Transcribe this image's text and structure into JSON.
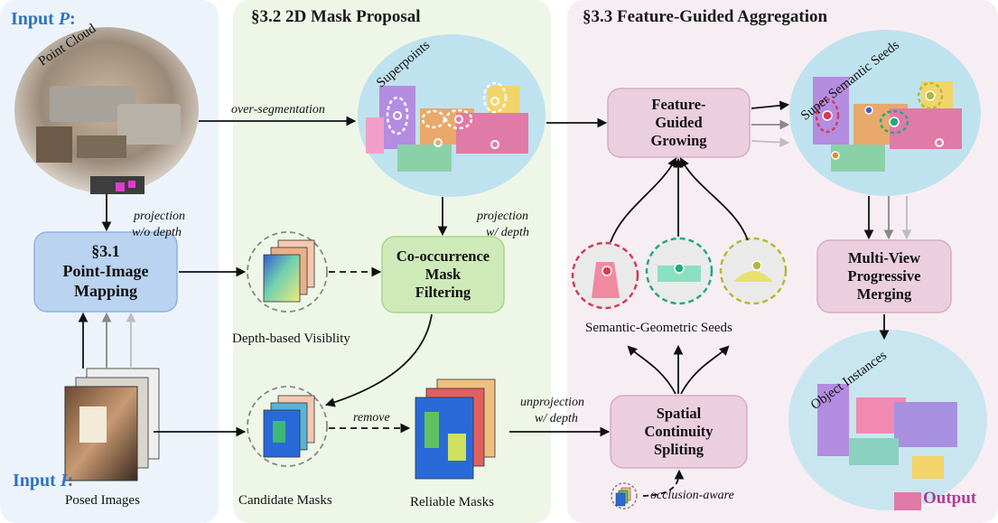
{
  "panels": {
    "input_p_prefix": "Input ",
    "input_p_var": "P",
    "input_p_suffix": ":",
    "input_i_prefix": "Input ",
    "input_i_var": "I",
    "input_i_suffix": ":",
    "section_32": "§3.2 2D Mask Proposal",
    "section_33": "§3.3 Feature-Guided Aggregation",
    "output": "Output"
  },
  "images": {
    "point_cloud": "Point Cloud",
    "superpoints": "Superpoints",
    "super_semantic_seeds": "Super Semantic Seeds",
    "object_instances": "Object Instances",
    "posed_images": "Posed Images",
    "depth_visibility": "Depth-based Visiblity",
    "candidate_masks": "Candidate Masks",
    "reliable_masks": "Reliable Masks",
    "semantic_geometric_seeds": "Semantic-Geometric Seeds"
  },
  "nodes": {
    "pim_title": "§3.1",
    "pim_l1": "Point-Image",
    "pim_l2": "Mapping",
    "cmf_l1": "Co-occurrence",
    "cmf_l2": "Mask",
    "cmf_l3": "Filtering",
    "fgg_l1": "Feature-",
    "fgg_l2": "Guided",
    "fgg_l3": "Growing",
    "mvpm_l1": "Multi-View",
    "mvpm_l2": "Progressive",
    "mvpm_l3": "Merging",
    "scs_l1": "Spatial",
    "scs_l2": "Continuity",
    "scs_l3": "Spliting"
  },
  "edges": {
    "over_segmentation": "over-segmentation",
    "projection_wo_1": "projection",
    "projection_wo_2": "w/o depth",
    "projection_w_1": "projection",
    "projection_w_2": "w/ depth",
    "remove": "remove",
    "unprojection_1": "unprojection",
    "unprojection_2": "w/ depth",
    "occlusion_aware": "occlusion-aware"
  },
  "colors": {
    "panel_blue": "#edf3fb",
    "panel_green": "#eef6e8",
    "panel_pink": "#f7eef3",
    "node_blue_fill": "#b9d3f0",
    "node_blue_stroke": "#8cb4e2",
    "node_green_fill": "#cfeab9",
    "node_green_stroke": "#a9d58b",
    "node_pink_fill": "#ebcfde",
    "node_pink_stroke": "#d7aac3",
    "input_blue": "#2f74c0",
    "output_magenta": "#b0399a",
    "seed_red": "#d23c55",
    "seed_teal": "#23a884",
    "seed_olive": "#b6b835"
  }
}
